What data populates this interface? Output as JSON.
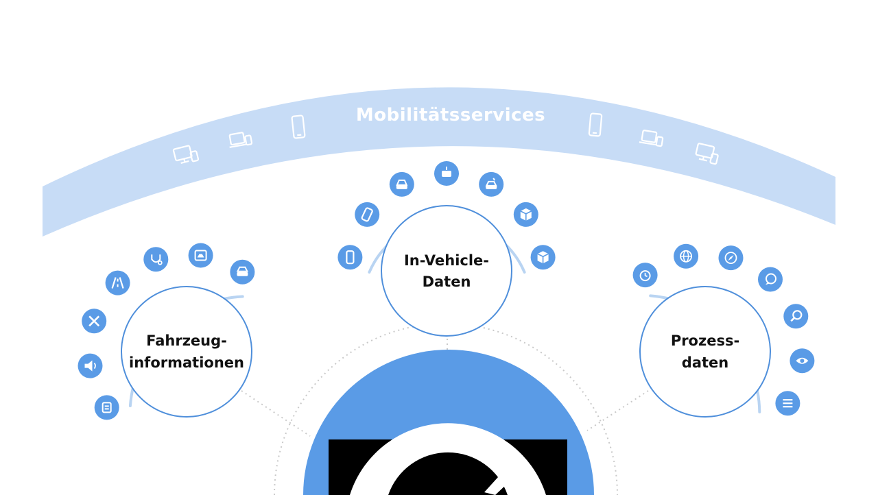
{
  "banner": {
    "title": "Mobilitätsservices",
    "icons_left": [
      "monitor-devices-icon",
      "laptop-phone-icon",
      "smartphone-icon"
    ],
    "icons_right": [
      "smartphone-icon",
      "laptop-phone-icon",
      "monitor-devices-icon"
    ]
  },
  "hubs": {
    "fahrzeug": {
      "line1": "Fahrzeug-",
      "line2": "informationen",
      "icons": [
        "document-icon",
        "speaker-icon",
        "tools-icon",
        "road-icon",
        "stethoscope-icon",
        "car-photo-icon",
        "car-stack-icon"
      ]
    },
    "vehicle": {
      "line1": "In-Vehicle-",
      "line2": "Daten",
      "icons": [
        "phone-icon",
        "battery-icon",
        "car-front-icon",
        "car-top-icon",
        "car-signal-icon",
        "package-icon",
        "package-icon"
      ]
    },
    "prozess": {
      "line1": "Prozess-",
      "line2": "daten",
      "icons": [
        "alarm-clock-icon",
        "globe-icon",
        "compass-icon",
        "chat-icon",
        "search-icon",
        "eye-icon",
        "list-icon"
      ]
    }
  },
  "colors": {
    "banner": "#c7dcf6",
    "accent": "#5a9be6",
    "ring": "#4f8fdb",
    "dotted": "#c9c9c9",
    "bottom_block": "#000000"
  }
}
